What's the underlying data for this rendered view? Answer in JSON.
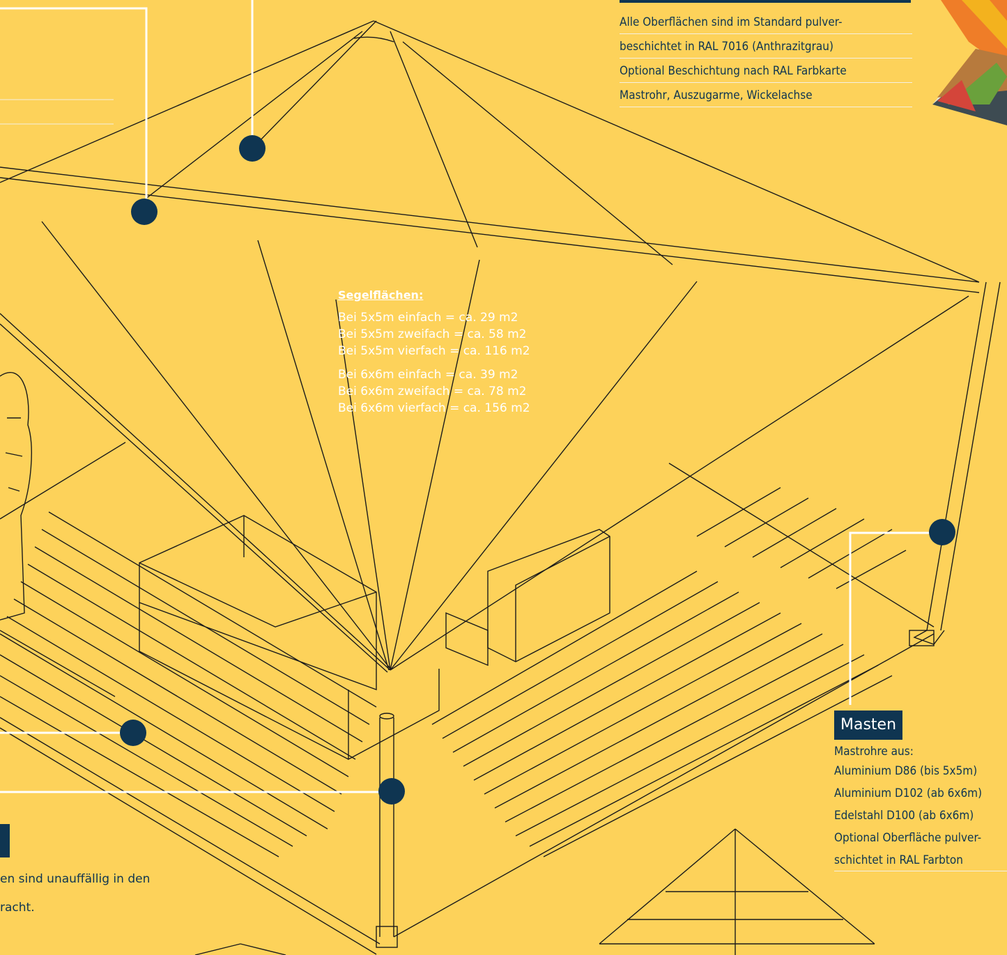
{
  "finish": {
    "items": [
      "Alle Oberflächen sind im Standard pulver-",
      "beschichtet in RAL 7016 (Anthrazitgrau)",
      "Optional Beschichtung nach RAL Farbkarte",
      "Mastrohr, Auszugarme, Wickelachse"
    ]
  },
  "sail_areas": {
    "heading": "Segelflächen:",
    "lines_5x5": [
      "Bei 5x5m einfach = ca. 29 m2",
      "Bei 5x5m zweifach = ca. 58 m2",
      "Bei 5x5m vierfach = ca. 116 m2"
    ],
    "lines_6x6": [
      "Bei 6x6m einfach = ca. 39 m2",
      "Bei 6x6m zweifach = ca. 78 m2",
      "Bei 6x6m vierfach = ca. 156 m2"
    ]
  },
  "masts": {
    "label": "Masten",
    "items": [
      "Mastrohre aus:",
      "Aluminium D86 (bis 5x5m)",
      "Aluminium D102 (ab 6x6m)",
      "Edelstahl D100 (ab 6x6m)",
      "Optional Oberfläche pulver-",
      "schichtet in RAL Farbton"
    ]
  },
  "footing": {
    "line1": "en sind unauffällig in den",
    "line2": "racht."
  },
  "colors": {
    "background": "#fdd25a",
    "navy": "#0f3551",
    "white": "#ffffff"
  }
}
